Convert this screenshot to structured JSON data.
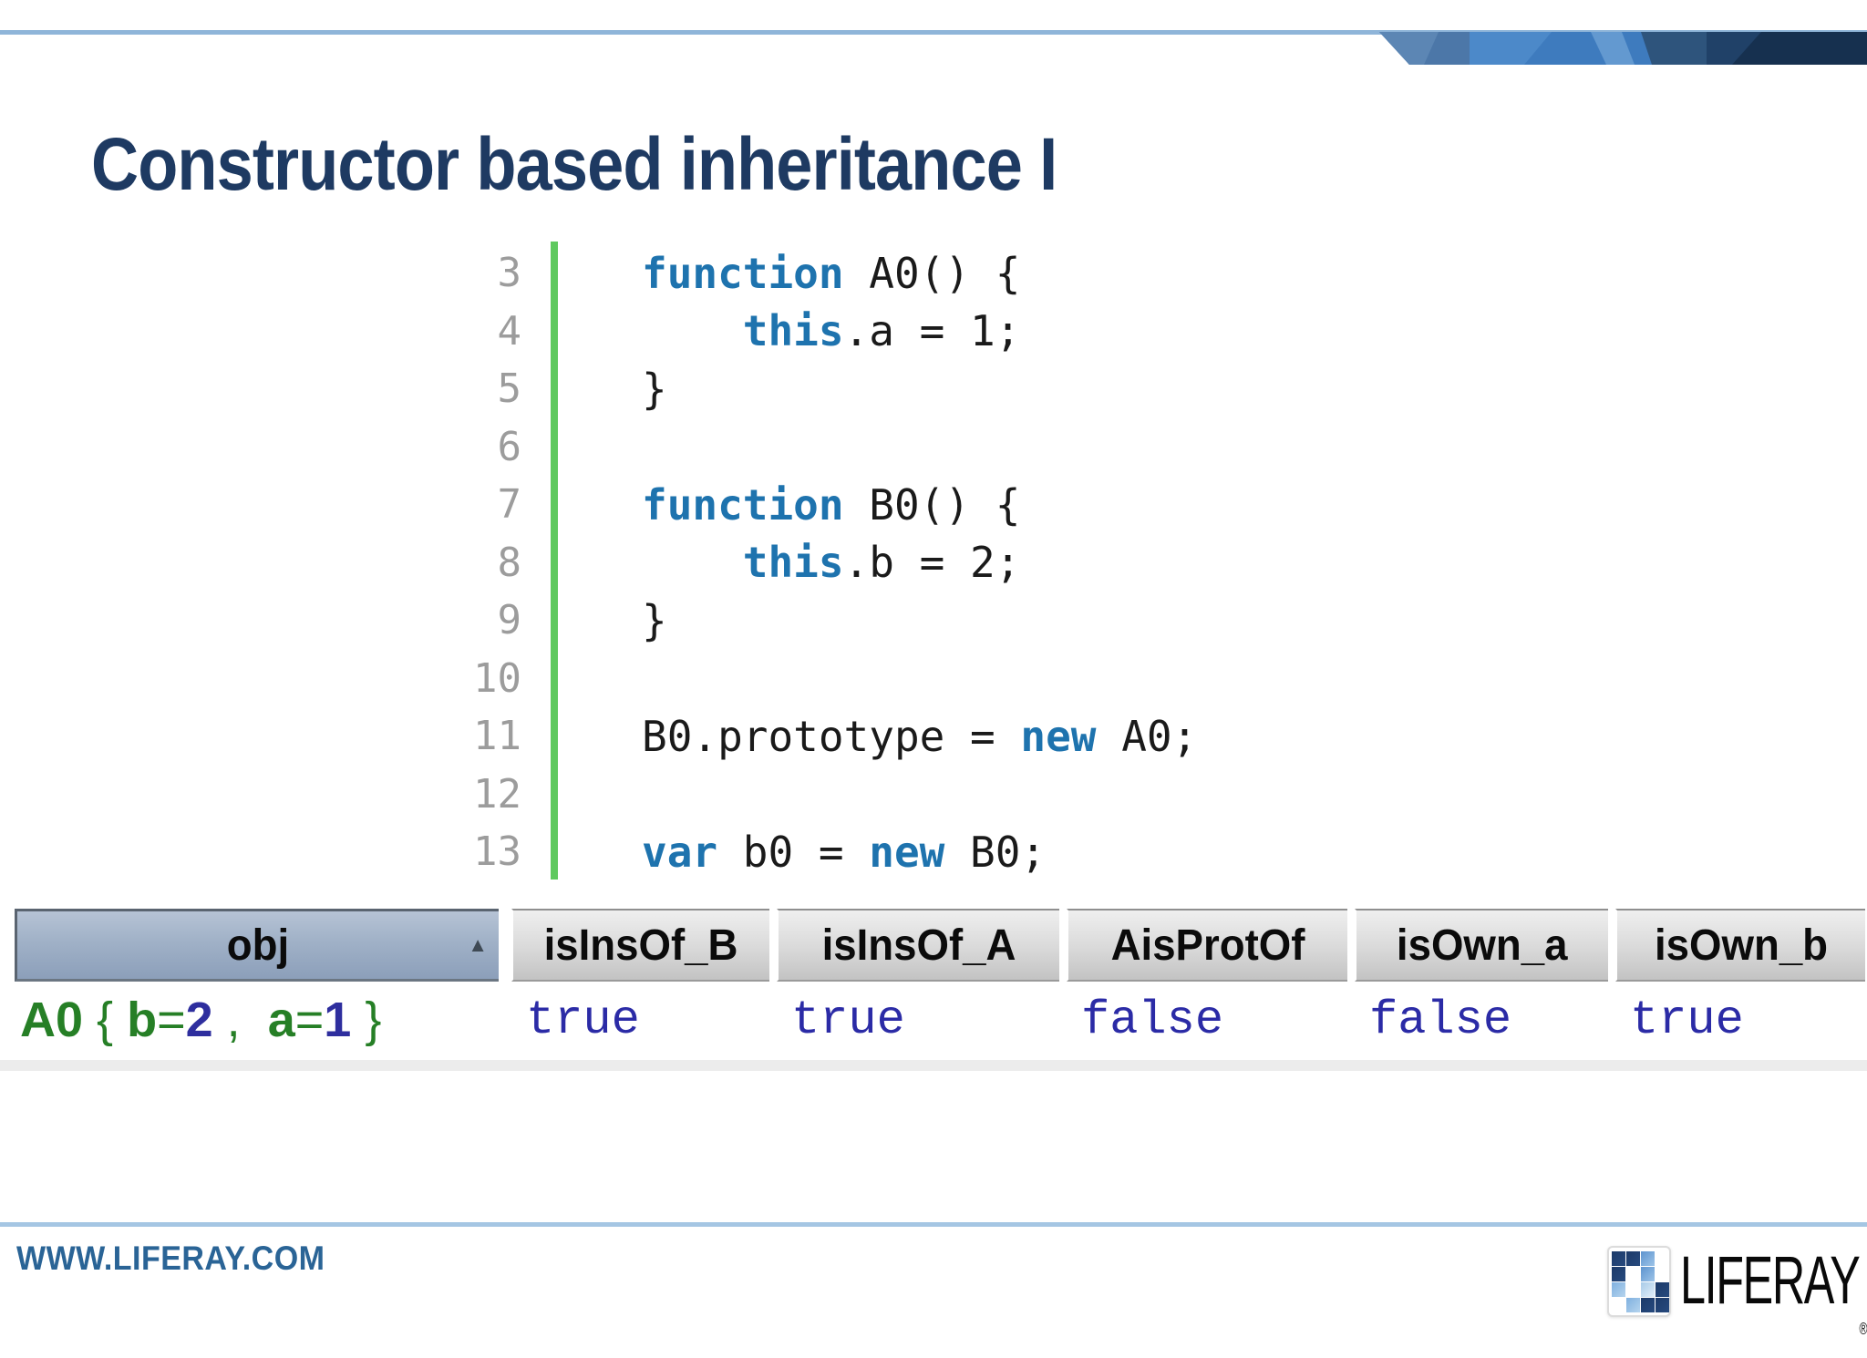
{
  "title": "Constructor based inheritance I",
  "decoration": {
    "rule_color_top": "#8FB5D9",
    "rule_color_bottom": "#A5C6E3",
    "ribbon_colors": [
      "#4C77A8",
      "#3E7BBE",
      "#6399D0",
      "#2E547C",
      "#16304F"
    ]
  },
  "code": {
    "keyword_color": "#1E73AE",
    "gutter_color": "#5FC95F",
    "line_number_color": "#9C9C9C",
    "lines": [
      {
        "n": "3",
        "segs": [
          {
            "t": "function",
            "kw": true
          },
          {
            "t": " A0() {"
          }
        ]
      },
      {
        "n": "4",
        "segs": [
          {
            "t": "    "
          },
          {
            "t": "this",
            "kw": true
          },
          {
            "t": ".a = 1;"
          }
        ]
      },
      {
        "n": "5",
        "segs": [
          {
            "t": "}"
          }
        ]
      },
      {
        "n": "6",
        "segs": []
      },
      {
        "n": "7",
        "segs": [
          {
            "t": "function",
            "kw": true
          },
          {
            "t": " B0() {"
          }
        ]
      },
      {
        "n": "8",
        "segs": [
          {
            "t": "    "
          },
          {
            "t": "this",
            "kw": true
          },
          {
            "t": ".b = 2;"
          }
        ]
      },
      {
        "n": "9",
        "segs": [
          {
            "t": "}"
          }
        ]
      },
      {
        "n": "10",
        "segs": []
      },
      {
        "n": "11",
        "segs": [
          {
            "t": "B0.prototype = "
          },
          {
            "t": "new",
            "kw": true
          },
          {
            "t": " A0;"
          }
        ]
      },
      {
        "n": "12",
        "segs": []
      },
      {
        "n": "13",
        "segs": [
          {
            "t": "var",
            "kw": true
          },
          {
            "t": " b0 = "
          },
          {
            "t": "new",
            "kw": true
          },
          {
            "t": " B0;"
          }
        ]
      }
    ]
  },
  "table": {
    "columns": [
      {
        "label": "obj",
        "sorted": "asc"
      },
      {
        "label": "isInsOf_B"
      },
      {
        "label": "isInsOf_A"
      },
      {
        "label": "AisProtOf"
      },
      {
        "label": "isOwn_a"
      },
      {
        "label": "isOwn_b"
      }
    ],
    "sort_icon": "▲",
    "row": {
      "obj_segments": [
        {
          "t": "A0",
          "c": "g",
          "b": true
        },
        {
          "t": " { ",
          "c": "g"
        },
        {
          "t": "b",
          "c": "g",
          "b": true
        },
        {
          "t": "=",
          "c": "g"
        },
        {
          "t": "2",
          "c": "n",
          "b": true
        },
        {
          "t": " ,  ",
          "c": "g"
        },
        {
          "t": "a",
          "c": "g",
          "b": true
        },
        {
          "t": "=",
          "c": "g"
        },
        {
          "t": "1",
          "c": "n",
          "b": true
        },
        {
          "t": " }",
          "c": "g"
        }
      ],
      "values": [
        "true",
        "true",
        "false",
        "false",
        "true"
      ],
      "value_color": "#2B2BA6"
    }
  },
  "footer": {
    "url": "WWW.LIFERAY.COM",
    "logo_text": "LIFERAY",
    "registered_mark": "®"
  }
}
